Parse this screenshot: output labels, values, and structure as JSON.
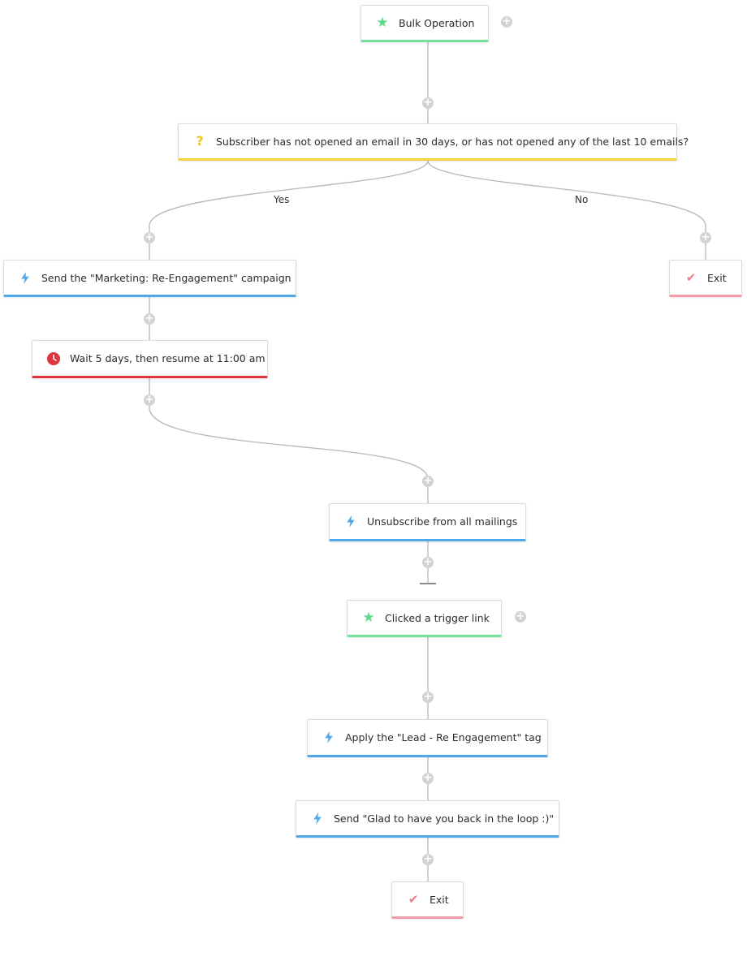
{
  "nodes": {
    "bulk_operation": "Bulk Operation",
    "condition": "Subscriber has not opened an email in 30 days, or has not opened any of the last 10 emails?",
    "send_campaign": "Send the \"Marketing: Re-Engagement\" campaign",
    "exit_no": "Exit",
    "wait": "Wait 5 days, then resume at 11:00 am",
    "unsubscribe": "Unsubscribe from all mailings",
    "clicked_trigger": "Clicked a trigger link",
    "apply_tag": "Apply the \"Lead - Re Engagement\" tag",
    "send_glad": "Send \"Glad to have you back in the loop :)\"",
    "exit_final": "Exit"
  },
  "branches": {
    "yes": "Yes",
    "no": "No"
  },
  "colors": {
    "trigger": "#74e39c",
    "condition": "#f2d33f",
    "action": "#4ea8ea",
    "exit": "#f29aa5",
    "wait": "#e0343f",
    "connector": "#b7b7b7"
  },
  "icons": {
    "trigger": "star-icon",
    "condition": "question-icon",
    "action": "lightning-icon",
    "wait": "clock-icon",
    "exit": "checkmark-icon",
    "add": "plus-circle-icon"
  }
}
